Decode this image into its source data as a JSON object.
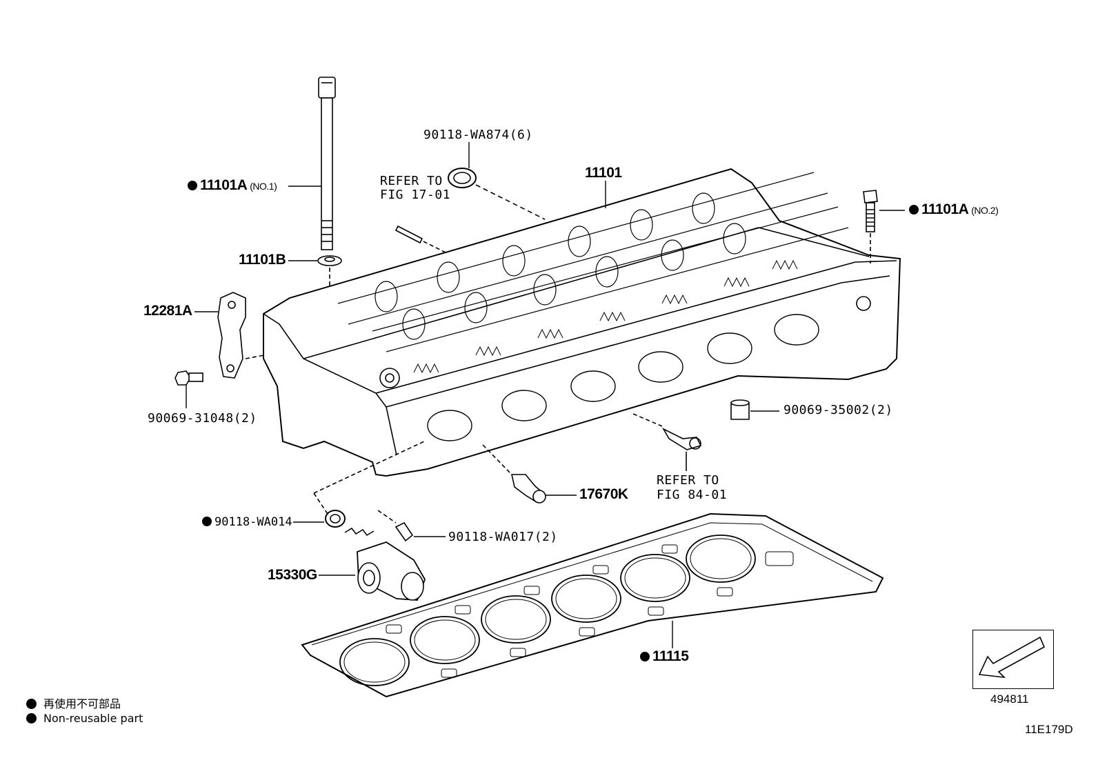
{
  "labels": {
    "bolt_no1": {
      "code": "11101A",
      "qualifier": "(NO.1)"
    },
    "bolt_no2": {
      "code": "11101A",
      "qualifier": "(NO.2)"
    },
    "washer": "11101B",
    "plate": "12281A",
    "head": "11101",
    "seal_wa874": "90118-WA874(6)",
    "refer_17_line1": "REFER TO",
    "refer_17_line2": "FIG 17-01",
    "stud_31048": "90069-31048(2)",
    "plug_35002": "90069-35002(2)",
    "sensor_17670k": "17670K",
    "refer_84_line1": "REFER TO",
    "refer_84_line2": "FIG 84-01",
    "oring_wa014": "90118-WA014",
    "bolt_wa017": "90118-WA017(2)",
    "ocv_15330g": "15330G",
    "gasket_11115": "11115"
  },
  "legend": {
    "japanese": "再使用不可部品",
    "english": "Non-reusable part"
  },
  "reference": {
    "number": "494811"
  },
  "figure_code": "11E179D"
}
